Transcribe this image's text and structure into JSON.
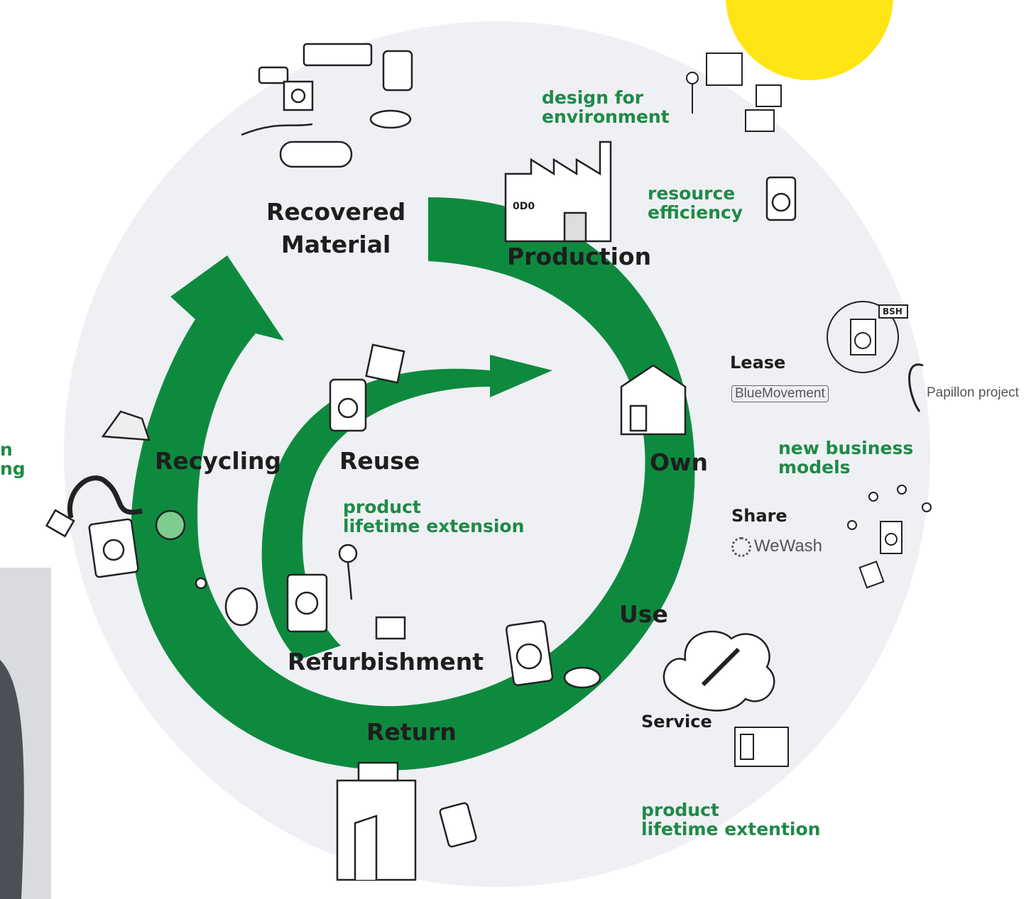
{
  "diagram": {
    "stages": {
      "recovered_material": "Recovered\nMaterial",
      "production": "Production",
      "own": "Own",
      "use": "Use",
      "return": "Return",
      "recycling": "Recycling",
      "reuse": "Reuse",
      "refurbishment": "Refurbishment"
    },
    "annotations": {
      "design_for_environment": "design for\nenvironment",
      "resource_efficiency": "resource\nefficiency",
      "new_business_models": "new business\nmodels",
      "product_lifetime_extension_inner": "product\nlifetime extension",
      "product_lifetime_extention_outer": "product\nlifetime extention",
      "cut_left": "n\nng"
    },
    "side_items": {
      "lease": "Lease",
      "share": "Share",
      "service": "Service",
      "bluemovement": "BlueMovement",
      "papillon": "Papillon project",
      "wewash": "WeWash",
      "bsh": "BSH",
      "odo": "0D0"
    },
    "colors": {
      "green": "#0e8a3f",
      "label_green": "#1f8a47",
      "background_circle": "#eef0f4",
      "yellow": "#ffe513"
    }
  }
}
